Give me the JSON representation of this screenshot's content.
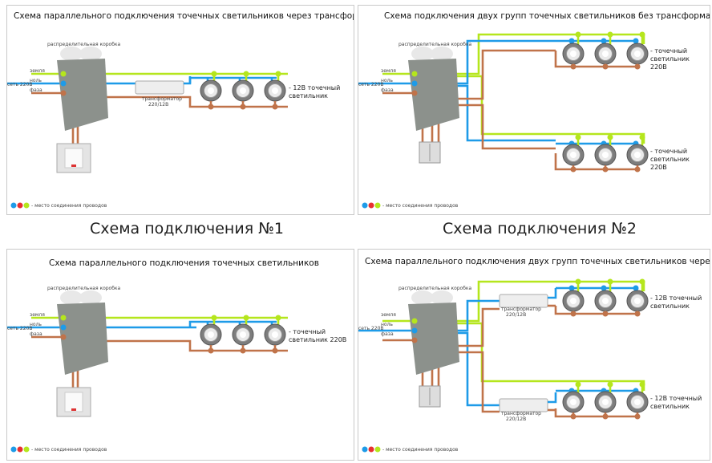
{
  "colors": {
    "ground": "#b5e61d",
    "neutral": "#1e9be8",
    "phase": "#c0734a"
  },
  "labels": {
    "box": "распределительная коробка",
    "ground": "земля",
    "neutral": "ноль",
    "net": "сеть 220В",
    "phase": "фаза",
    "transformer": "трансформатор",
    "transformer_rating": "220/12В",
    "legend": "- место соединения проводов"
  },
  "panels": [
    {
      "title": "Схема параллельного подключения точечных светильников через трансформатор",
      "lamp_label": "- 12В точечный светильник"
    },
    {
      "title": "Схема подключения двух групп точечных светильников без трансформатора",
      "lamp_label_top": "- точечный светильник 220В",
      "lamp_label_bottom": "- точечный светильник 220В"
    },
    {
      "title": "Схема параллельного подключения точечных светильников",
      "lamp_label": "- точечный светильник 220В"
    },
    {
      "title": "Схема параллельного подключения двух групп точечных светильников через трансформатор",
      "lamp_label_top": "- 12В точечный светильник",
      "lamp_label_bottom": "- 12В точечный светильник"
    }
  ],
  "captions": [
    "Схема подключения №1",
    "Схема подключения №2"
  ]
}
